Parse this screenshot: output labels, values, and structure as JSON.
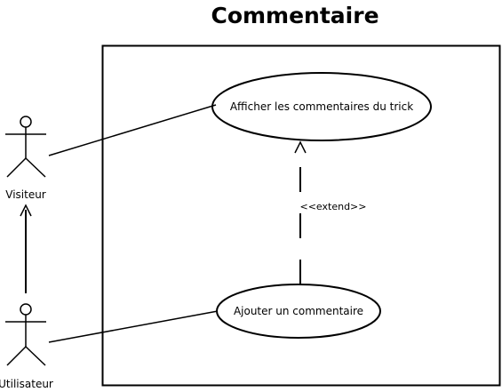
{
  "diagram": {
    "title": "Commentaire",
    "actors": [
      {
        "id": "visiteur",
        "label": "Visiteur"
      },
      {
        "id": "utilisateur",
        "label": "Utilisateur"
      }
    ],
    "use_cases": [
      {
        "id": "afficher",
        "label": "Afficher les commentaires du trick"
      },
      {
        "id": "ajouter",
        "label": "Ajouter un commentaire"
      }
    ],
    "relations": [
      {
        "type": "association",
        "from": "visiteur",
        "to": "afficher"
      },
      {
        "type": "association",
        "from": "utilisateur",
        "to": "ajouter"
      },
      {
        "type": "generalization",
        "from": "utilisateur",
        "to": "visiteur"
      },
      {
        "type": "extend",
        "from": "ajouter",
        "to": "afficher",
        "label": "<<extend>>"
      }
    ]
  }
}
